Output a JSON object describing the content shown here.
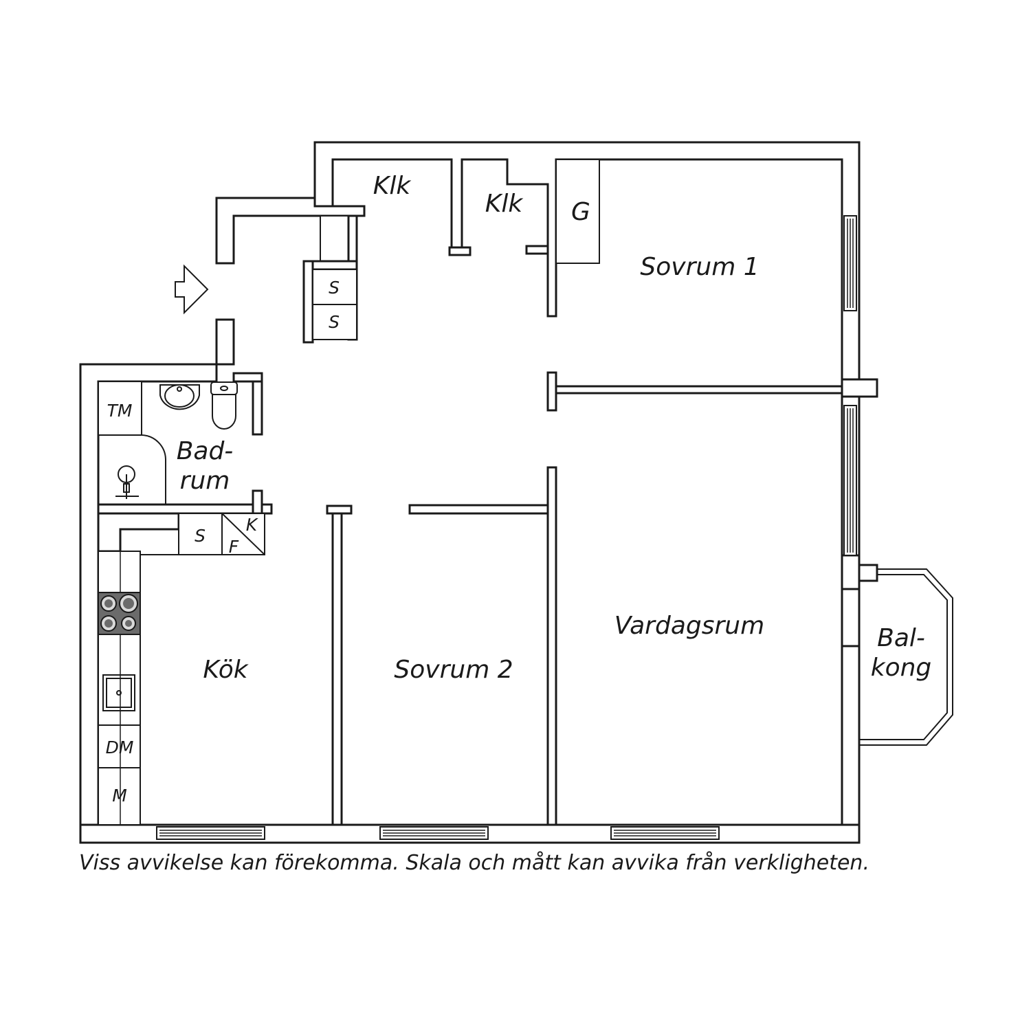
{
  "rooms": {
    "klk1": "Klk",
    "klk2": "Klk",
    "garderob": "G",
    "sovrum1": "Sovrum 1",
    "badrum_line1": "Bad-",
    "badrum_line2": "rum",
    "vardagsrum": "Vardagsrum",
    "balkong_line1": "Bal-",
    "balkong_line2": "kong",
    "kok": "Kök",
    "sovrum2": "Sovrum 2"
  },
  "fixtures": {
    "hall_s1": "S",
    "hall_s2": "S",
    "tm": "TM",
    "kitchen_s": "S",
    "kf_k": "K",
    "kf_f": "F",
    "dm": "DM",
    "m": "M"
  },
  "disclaimer": "Viss avvikelse kan förekomma. Skala och mått kan avvika från verkligheten."
}
